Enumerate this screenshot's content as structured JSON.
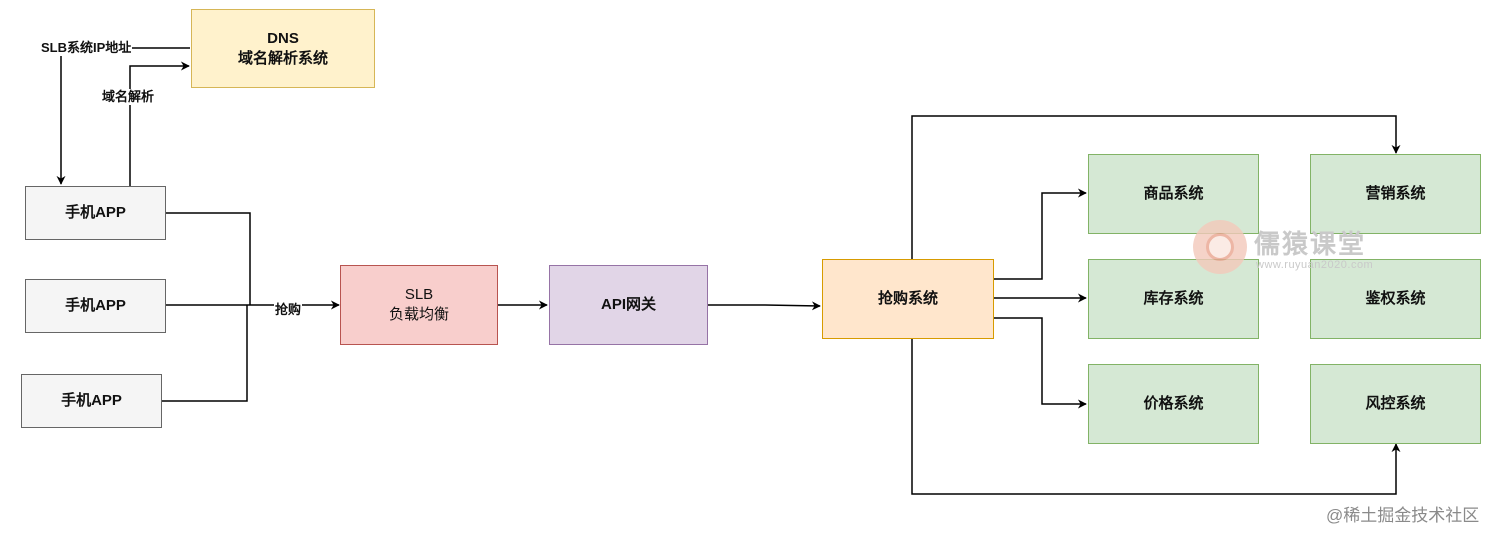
{
  "nodes": {
    "dns": {
      "line1": "DNS",
      "line2": "域名解析系统"
    },
    "app1": {
      "label": "手机APP"
    },
    "app2": {
      "label": "手机APP"
    },
    "app3": {
      "label": "手机APP"
    },
    "slb": {
      "line1": "SLB",
      "line2": "负载均衡"
    },
    "api_gateway": {
      "label": "API网关"
    },
    "flash_sale": {
      "label": "抢购系统"
    },
    "product": {
      "label": "商品系统"
    },
    "inventory": {
      "label": "库存系统"
    },
    "price": {
      "label": "价格系统"
    },
    "marketing": {
      "label": "营销系统"
    },
    "auth": {
      "label": "鉴权系统"
    },
    "risk": {
      "label": "风控系统"
    }
  },
  "edge_labels": {
    "slb_ip": "SLB系统IP地址",
    "domain_resolve": "域名解析",
    "purchase": "抢购"
  },
  "watermark": {
    "title": "儒猿课堂",
    "url": "www.ruyuan2020.com"
  },
  "credit": "@稀土掘金技术社区",
  "colors": {
    "gray_fill": "#f5f5f5",
    "yellow_fill": "#fff2cc",
    "red_fill": "#f8cecc",
    "purple_fill": "#e1d5e7",
    "orange_fill": "#ffe6cc",
    "green_fill": "#d5e8d4"
  }
}
